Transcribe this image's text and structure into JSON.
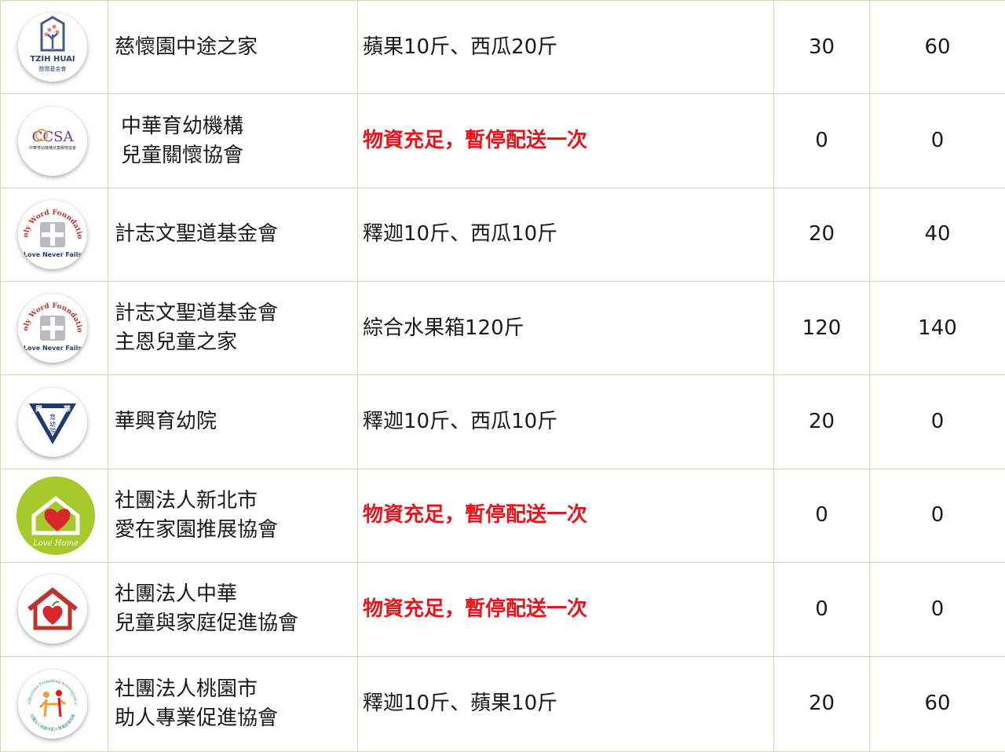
{
  "table": {
    "rows": [
      {
        "logo_icon": "tzih-huai-logo-icon",
        "logo_texts": [
          "TZIH HUAI",
          "慈懷基金會"
        ],
        "name_lines": [
          "慈懷園中途之家"
        ],
        "item": "蘋果10斤、西瓜20斤",
        "item_alert": false,
        "qty_1": "30",
        "qty_2": "60"
      },
      {
        "logo_icon": "ccsa-logo-icon",
        "logo_texts": [
          "CCSA",
          "中華育幼機構兒童關懷協會"
        ],
        "name_lines": [
          "中華育幼機構",
          "兒童關懷協會"
        ],
        "item": "物資充足，暫停配送一次",
        "item_alert": true,
        "qty_1": "0",
        "qty_2": "0"
      },
      {
        "logo_icon": "holy-word-foundation-logo-icon",
        "logo_texts": [
          "Holy Word Foundation",
          "Love Never Fails"
        ],
        "name_lines": [
          "計志文聖道基金會"
        ],
        "item": "釋迦10斤、西瓜10斤",
        "item_alert": false,
        "qty_1": "20",
        "qty_2": "40"
      },
      {
        "logo_icon": "holy-word-foundation-logo-icon",
        "logo_texts": [
          "Holy Word Foundation",
          "Love Never Fails"
        ],
        "name_lines": [
          "計志文聖道基金會",
          "主恩兒童之家"
        ],
        "item": "綜合水果箱120斤",
        "item_alert": false,
        "qty_1": "120",
        "qty_2": "140"
      },
      {
        "logo_icon": "hua-hsing-orphanage-logo-icon",
        "logo_texts": [
          "興",
          "華",
          "育",
          "幼",
          "院"
        ],
        "name_lines": [
          "華興育幼院"
        ],
        "item": "釋迦10斤、西瓜10斤",
        "item_alert": false,
        "qty_1": "20",
        "qty_2": "0"
      },
      {
        "logo_icon": "love-home-logo-icon",
        "logo_texts": [
          "Love Home"
        ],
        "name_lines": [
          "社團法人新北市",
          "愛在家園推展協會"
        ],
        "item": "物資充足，暫停配送一次",
        "item_alert": true,
        "qty_1": "0",
        "qty_2": "0"
      },
      {
        "logo_icon": "house-heart-logo-icon",
        "logo_texts": [],
        "name_lines": [
          "社團法人中華",
          "兒童與家庭促進協會"
        ],
        "item": "物資充足，暫停配送一次",
        "item_alert": true,
        "qty_1": "0",
        "qty_2": "0"
      },
      {
        "logo_icon": "helping-professions-logo-icon",
        "logo_texts": [
          "Helping Professions Promoting Association of Taoyuan",
          "社團法人桃園市助人專業促進協會"
        ],
        "name_lines": [
          "社團法人桃園市",
          "助人專業促進協會"
        ],
        "item": "釋迦10斤、蘋果10斤",
        "item_alert": false,
        "qty_1": "20",
        "qty_2": "60"
      }
    ]
  },
  "colors": {
    "grid_line": "#c9dfb6",
    "alert_text": "#e8141b",
    "text": "#1a1a1a",
    "love_home_green": "#a6c92c",
    "hua_hsing_navy": "#1f3a73",
    "house_red": "#c0322b"
  }
}
